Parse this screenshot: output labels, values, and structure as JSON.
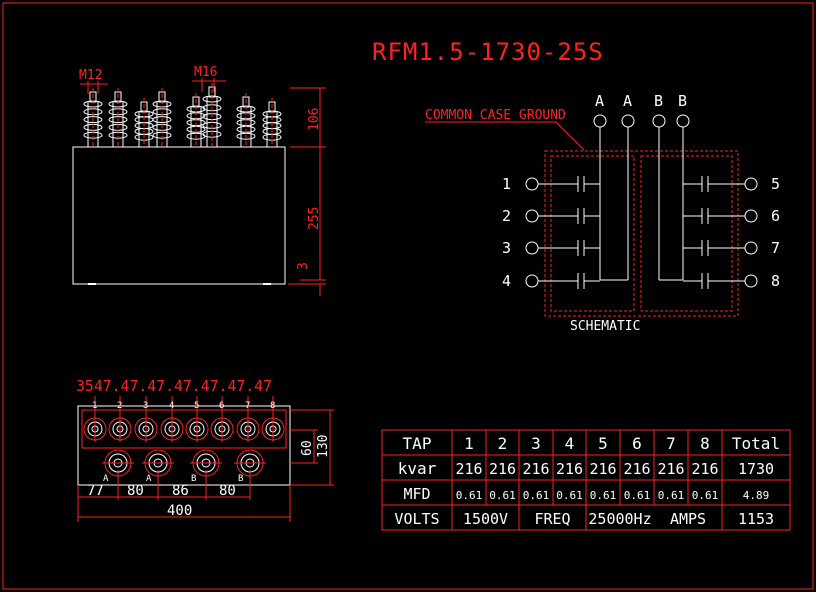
{
  "title": "RFM1.5-1730-25S",
  "labels": {
    "m12": "M12",
    "m16": "M16",
    "dim_106": "106",
    "dim_255": "255",
    "dim_3": "3",
    "common_case_ground": "COMMON CASE GROUND",
    "schematic": "SCHEMATIC",
    "top_pitch": "3547.47.47.47.47.47.47",
    "dim_77": "77",
    "dim_80a": "80",
    "dim_86": "86",
    "dim_80b": "80",
    "dim_400": "400",
    "dim_60": "60",
    "dim_130": "130"
  },
  "schematic_terminals": {
    "top": [
      "A",
      "A",
      "B",
      "B"
    ],
    "left": [
      "1",
      "2",
      "3",
      "4"
    ],
    "right": [
      "5",
      "6",
      "7",
      "8"
    ]
  },
  "bushing_numbers": [
    "1",
    "2",
    "3",
    "4",
    "5",
    "6",
    "7",
    "8"
  ],
  "common_bushings": [
    "A",
    "A",
    "B",
    "B"
  ],
  "table": {
    "header": [
      "TAP",
      "1",
      "2",
      "3",
      "4",
      "5",
      "6",
      "7",
      "8",
      "Total"
    ],
    "kvar": [
      "kvar",
      "216",
      "216",
      "216",
      "216",
      "216",
      "216",
      "216",
      "216",
      "1730"
    ],
    "mfd": [
      "MFD",
      "0.61",
      "0.61",
      "0.61",
      "0.61",
      "0.61",
      "0.61",
      "0.61",
      "0.61",
      "4.89"
    ],
    "volts_label": "VOLTS",
    "volts_value": "1500V",
    "freq_label": "FREQ",
    "freq_value": "25000Hz",
    "amps_label": "AMPS",
    "amps_value": "1153"
  },
  "colors": {
    "background": "#000000",
    "red": "#ff2020",
    "white": "#ffffff",
    "line": "#ff3030"
  }
}
